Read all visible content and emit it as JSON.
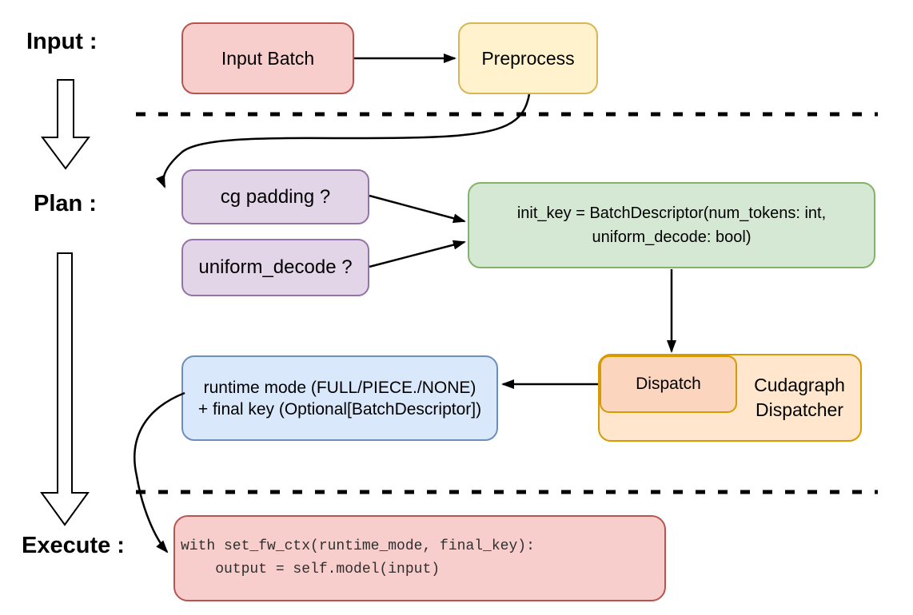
{
  "stage_labels": {
    "input": "Input :",
    "plan": "Plan :",
    "execute": "Execute :"
  },
  "nodes": {
    "input_batch": {
      "label": "Input Batch"
    },
    "preprocess": {
      "label": "Preprocess"
    },
    "cg_padding": {
      "label": "cg padding ?"
    },
    "uniform_decode": {
      "label": "uniform_decode ?"
    },
    "init_key": {
      "lines": [
        "init_key = BatchDescriptor(num_tokens: int,",
        "uniform_decode: bool)"
      ]
    },
    "dispatch": {
      "label": "Dispatch"
    },
    "cudagraph_dispatcher": {
      "label": "Cudagraph Dispatcher"
    },
    "runtime_result": {
      "lines": [
        "runtime mode (FULL/PIECE./NONE)",
        "+ final key (Optional[BatchDescriptor])"
      ]
    },
    "execute_code": {
      "lines": [
        "with set_fw_ctx(runtime_mode, final_key):",
        "    output = self.model(input)"
      ]
    }
  },
  "colors": {
    "red_fill": "#f8cecc",
    "red_stroke": "#b85450",
    "yellow_fill": "#fff2cc",
    "yellow_stroke": "#d6b656",
    "purple_fill": "#e1d5e7",
    "purple_stroke": "#9673a6",
    "green_fill": "#d5e8d4",
    "green_stroke": "#82b366",
    "orange_fill": "#ffe6cc",
    "orange_inner_fill": "#fbd5bd",
    "orange_stroke": "#d79b00",
    "blue_fill": "#dae8fc",
    "blue_stroke": "#6c8ebf",
    "connector": "#000000"
  }
}
